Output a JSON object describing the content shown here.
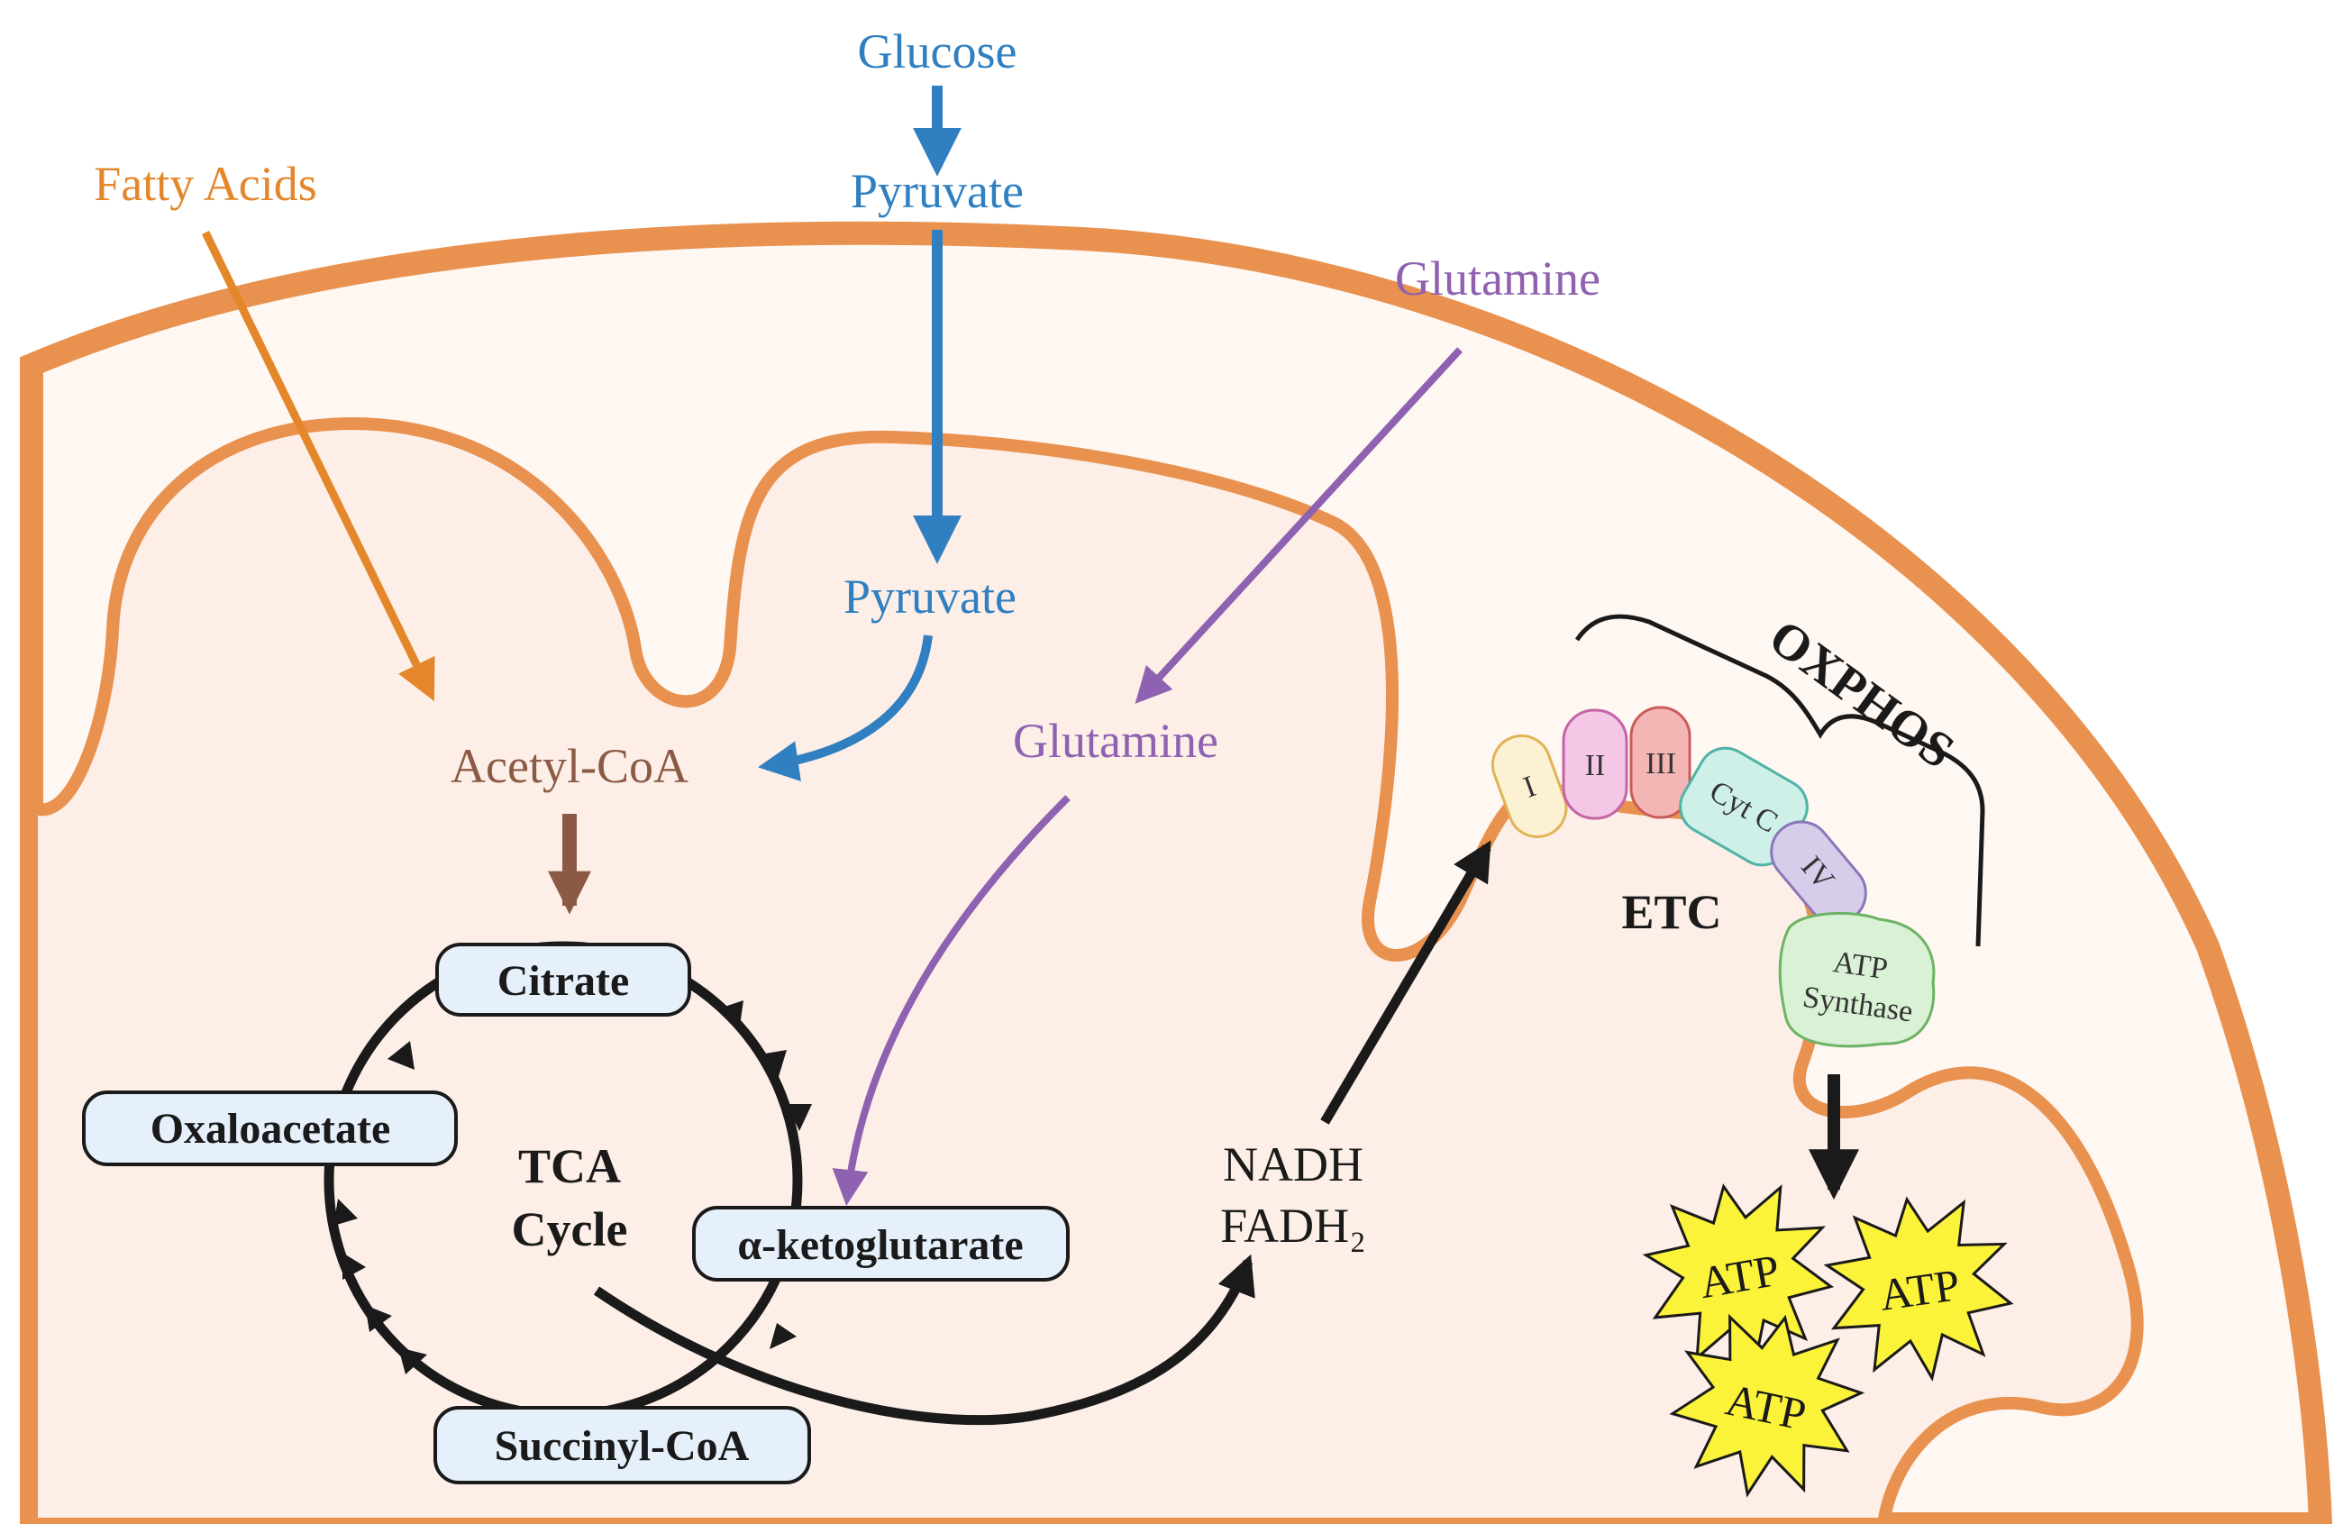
{
  "labels": {
    "fatty_acids": "Fatty Acids",
    "glucose": "Glucose",
    "pyruvate_outer": "Pyruvate",
    "pyruvate_inner": "Pyruvate",
    "glutamine_outer": "Glutamine",
    "glutamine_inner": "Glutamine",
    "acetyl_coa": "Acetyl-CoA",
    "nadh": "NADH",
    "fadh2": "FADH₂",
    "tca_line1": "TCA",
    "tca_line2": "Cycle",
    "etc": "ETC",
    "oxphos": "OXPHOS"
  },
  "tca_metabolites": {
    "citrate": "Citrate",
    "oxaloacetate": "Oxaloacetate",
    "alpha_ketoglutarate": "α-ketoglutarate",
    "succinyl_coa": "Succinyl-CoA"
  },
  "etc_complexes": {
    "c1": "I",
    "c2": "II",
    "c3": "III",
    "cytc": "Cyt C",
    "c4": "IV",
    "atp_synthase_line1": "ATP",
    "atp_synthase_line2": "Synthase"
  },
  "atp_bursts": [
    "ATP",
    "ATP",
    "ATP"
  ],
  "colors": {
    "fatty_acid": "#E3872A",
    "glucose": "#2F7FC1",
    "glutamine": "#8E62B0",
    "acetyl_coa": "#8B5A44",
    "membrane": "#E9914F",
    "matrix": "#FDEFE7",
    "black": "#1A1A1A",
    "tca_box": "#E6F0FA",
    "atp_star": "#FBF23A"
  }
}
